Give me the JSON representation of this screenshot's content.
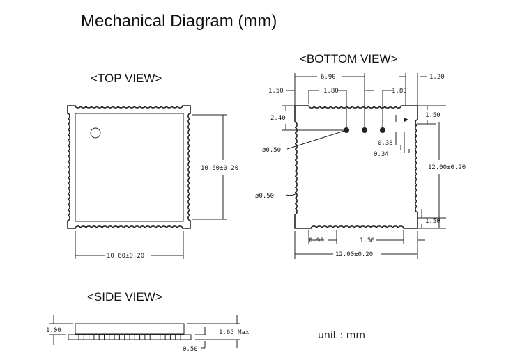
{
  "title": "Mechanical Diagram (mm)",
  "top_view": {
    "heading": "<TOP VIEW>",
    "height_dim": "10.60±0.20",
    "width_dim": "10.60±0.20"
  },
  "bottom_view": {
    "heading": "<BOTTOM VIEW>",
    "dims": {
      "d690": "6.90",
      "d120": "1.20",
      "d150_left": "1.50",
      "d180_a": "1.80",
      "d180_b": "1.80",
      "d240": "2.40",
      "d150_right_top": "1.50",
      "d038": "0.38",
      "d034": "0.34",
      "phi050_a": "ø0.50",
      "phi050_b": "ø0.50",
      "height": "12.00±0.20",
      "d150_right_bottom": "1.50",
      "d090": "0.90",
      "d150_bottom": "1.50",
      "width": "12.00±0.20"
    }
  },
  "side_view": {
    "heading": "<SIDE VIEW>",
    "d100": "1.00",
    "d165": "1.65 Max",
    "d050": "0.50"
  },
  "unit": "unit : mm"
}
